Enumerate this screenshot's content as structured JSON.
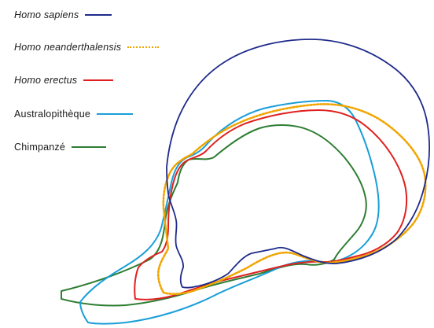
{
  "legend": {
    "entries": [
      {
        "label": "Homo sapiens",
        "italic": true,
        "color": "#1f2a8a",
        "line_style": "solid"
      },
      {
        "label": "Homo neanderthalensis",
        "italic": true,
        "color": "#f0a500",
        "line_style": "dotted"
      },
      {
        "label": "Homo erectus",
        "italic": true,
        "color": "#e02020",
        "line_style": "solid"
      },
      {
        "label": "Australopithèque",
        "italic": false,
        "color": "#1a9ed8",
        "line_style": "solid"
      },
      {
        "label": "Chimpanzé",
        "italic": false,
        "color": "#2e7d32",
        "line_style": "solid"
      }
    ]
  },
  "figure": {
    "content": "overlaid skull profile outlines",
    "background": "#ffffff"
  }
}
